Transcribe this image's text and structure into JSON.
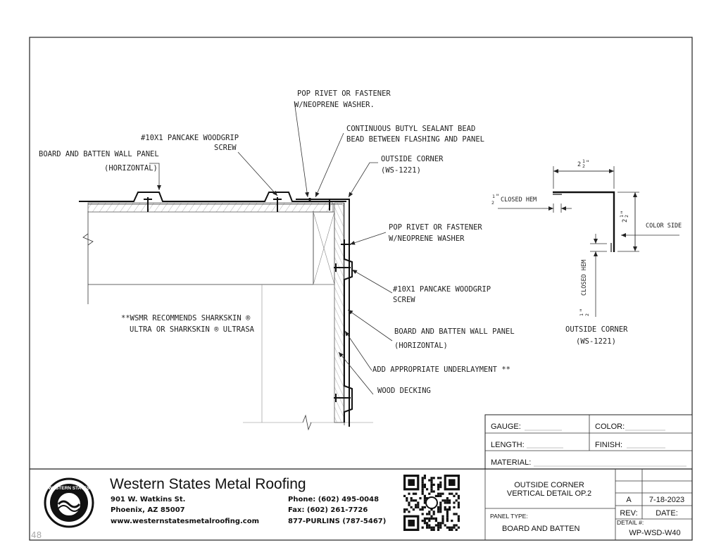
{
  "labels": {
    "pop_rivet_top_1": "POP RIVET OR FASTENER",
    "pop_rivet_top_2": "W/NEOPRENE WASHER.",
    "butyl_1": "CONTINUOUS BUTYL SEALANT BEAD",
    "butyl_2": "BEAD BETWEEN FLASHING AND PANEL",
    "screw_top_1": "#10X1 PANCAKE WOODGRIP",
    "screw_top_2": "SCREW",
    "bb_top_1": "BOARD AND BATTEN WALL PANEL",
    "bb_top_2": "(HORIZONTAL)",
    "outside_corner_1": "OUTSIDE CORNER",
    "outside_corner_2": "(WS-1221)",
    "pop_rivet_side_1": "POP RIVET OR FASTENER",
    "pop_rivet_side_2": "W/NEOPRENE WASHER",
    "screw_side_1": "#10X1 PANCAKE WOODGRIP",
    "screw_side_2": "SCREW",
    "bb_side_1": "BOARD AND BATTEN WALL PANEL",
    "bb_side_2": "(HORIZONTAL)",
    "underlayment": "ADD APPROPRIATE UNDERLAYMENT **",
    "decking": "WOOD DECKING",
    "wsmr_1": "**WSMR RECOMMENDS SHARKSKIN ®",
    "wsmr_2": "ULTRA OR SHARKSKIN ® ULTRASA"
  },
  "profile": {
    "dim_top_whole": "2",
    "dim_top_frac": "1",
    "dim_top_den": "2",
    "dim_top_unit": "\"",
    "dim_side_whole": "2",
    "dim_side_frac": "1",
    "dim_side_den": "2",
    "dim_side_unit": "\"",
    "hem_top_num": "1",
    "hem_top_den": "2",
    "hem_top_unit": "\"",
    "hem_top_label": "CLOSED HEM",
    "hem_side_label": "CLOSED HEM",
    "hem_side_num": "1",
    "hem_side_den": "2",
    "hem_side_unit": "\"",
    "color_side": "COLOR SIDE",
    "caption_1": "OUTSIDE CORNER",
    "caption_2": "(WS-1221)"
  },
  "spec": {
    "gauge_label": "GAUGE:",
    "color_label": "COLOR:",
    "length_label": "LENGTH:",
    "finish_label": "FINISH:",
    "material_label": "MATERIAL:"
  },
  "company": {
    "name": "Western States Metal Roofing",
    "address_1": "901 W. Watkins St.",
    "address_2": "Phoenix, AZ 85007",
    "website": "www.westernstatesmetalroofing.com",
    "phone": "Phone: (602) 495-0048",
    "fax": "Fax: (602) 261-7726",
    "tollfree": "877-PURLINS (787-5467)",
    "logo_text": "WESTERN STATES"
  },
  "titleblock": {
    "title_1": "OUTSIDE CORNER",
    "title_2": "VERTICAL DETAIL  OP.2",
    "panel_type_label": "PANEL TYPE:",
    "panel_type": "BOARD AND BATTEN",
    "rev": "A",
    "date": "7-18-2023",
    "rev_label": "REV:",
    "date_label": "DATE:",
    "detail_label": "DETAIL #:",
    "detail_no": "WP-WSD-W40"
  },
  "page_number": "48"
}
